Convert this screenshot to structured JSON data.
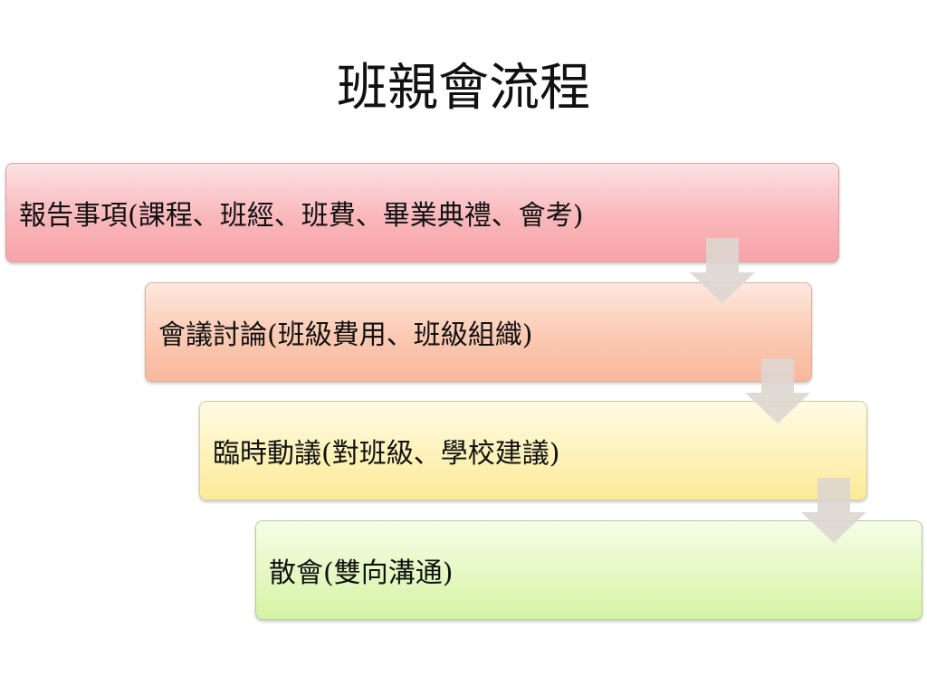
{
  "slide": {
    "title": "班親會流程"
  },
  "steps": [
    {
      "label": "報告事項(課程、班經、班費、畢業典禮、會考)"
    },
    {
      "label": "會議討論(班級費用、班級組織)"
    },
    {
      "label": "臨時動議(對班級、學校建議)"
    },
    {
      "label": "散會(雙向溝通)"
    }
  ],
  "colors": {
    "step_1": "#f9b7bb",
    "step_2": "#fbc9b2",
    "step_3": "#fdf2b9",
    "step_4": "#e4f8c2",
    "arrow": "#ddd6d0"
  }
}
